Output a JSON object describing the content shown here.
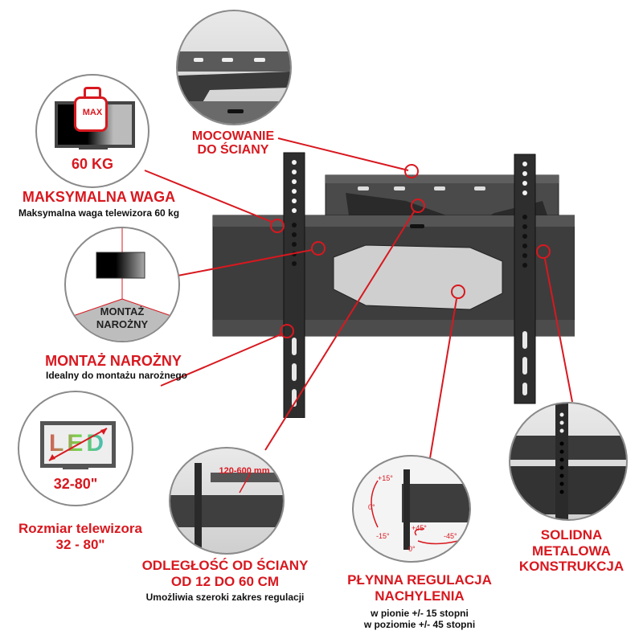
{
  "accent_color": "#d8181f",
  "features": {
    "max_weight": {
      "badge_label": "MAX",
      "circle_value": "60 KG",
      "title": "MAKSYMALNA WAGA",
      "description": "Maksymalna waga telewizora 60 kg"
    },
    "wall_mount": {
      "title_line1": "MOCOWANIE",
      "title_line2": "DO ŚCIANY"
    },
    "corner_mount": {
      "circle_line1": "MONTAŻ",
      "circle_line2": "NAROŻNY",
      "title": "MONTAŻ NAROŻNY",
      "description": "Idealny do montażu narożnego"
    },
    "tv_size": {
      "screen_label": "LED",
      "circle_value": "32-80\"",
      "title_line1": "Rozmiar telewizora",
      "title_line2": "32 - 80\""
    },
    "wall_distance": {
      "circle_label": "120-600 mm",
      "title_line1": "ODLEGŁOŚĆ OD ŚCIANY",
      "title_line2": "OD 12 DO 60 CM",
      "description": "Umożliwia szeroki zakres regulacji"
    },
    "tilt": {
      "angle_up": "+15°",
      "angle_mid": "0°",
      "angle_down": "-15°",
      "swivel_plus": "+45°",
      "swivel_zero": "0°",
      "swivel_minus": "-45°",
      "title_line1": "PŁYNNA REGULACJA",
      "title_line2": "NACHYLENIA",
      "description_line1": "w pionie +/- 15 stopni",
      "description_line2": "w poziomie +/- 45 stopni"
    },
    "construction": {
      "title_line1": "SOLIDNA",
      "title_line2": "METALOWA",
      "title_line3": "KONSTRUKCJA"
    }
  }
}
